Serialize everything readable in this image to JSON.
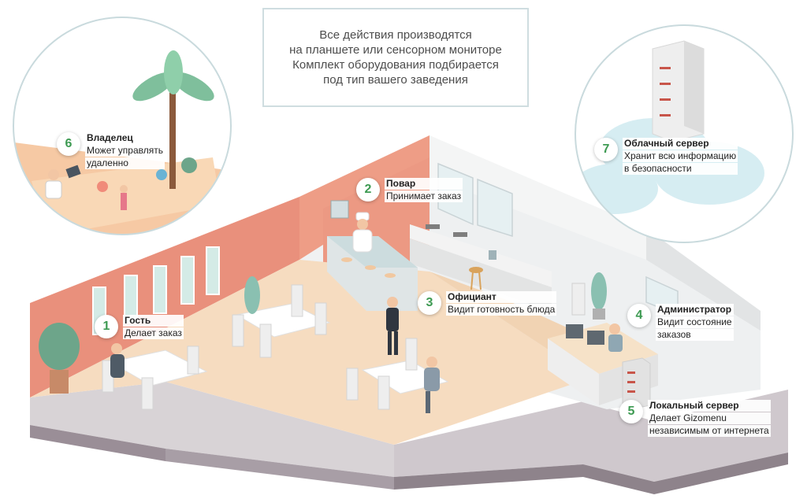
{
  "info_box": {
    "lines": [
      "Все действия производятся",
      "на планшете или сенсорном мониторе",
      "Комплект оборудования подбирается",
      "под тип вашего заведения"
    ]
  },
  "callouts": [
    {
      "number": "1",
      "title": "Гость",
      "lines": [
        "Делает заказ"
      ]
    },
    {
      "number": "2",
      "title": "Повар",
      "lines": [
        "Принимает заказ"
      ]
    },
    {
      "number": "3",
      "title": "Официант",
      "lines": [
        "Видит готовность блюда"
      ]
    },
    {
      "number": "4",
      "title": "Администратор",
      "lines": [
        "Видит состояние",
        "заказов"
      ]
    },
    {
      "number": "5",
      "title": "Локальный сервер",
      "lines": [
        "Делает Gizomenu",
        "независимым от интернета"
      ]
    },
    {
      "number": "6",
      "title": "Владелец",
      "lines": [
        "Может управлять",
        "удаленно"
      ]
    },
    {
      "number": "7",
      "title": "Облачный сервер",
      "lines": [
        "Хранит всю информацию",
        "в безопасности"
      ]
    }
  ],
  "colors": {
    "accent_number": "#3d9a52",
    "wall_salmon": "#e9907c",
    "floor_wood": "#f6dcc0",
    "wall_grey": "#e6e8e9",
    "base_grey": "#9a8e97",
    "circle_border": "#c9dadd"
  }
}
